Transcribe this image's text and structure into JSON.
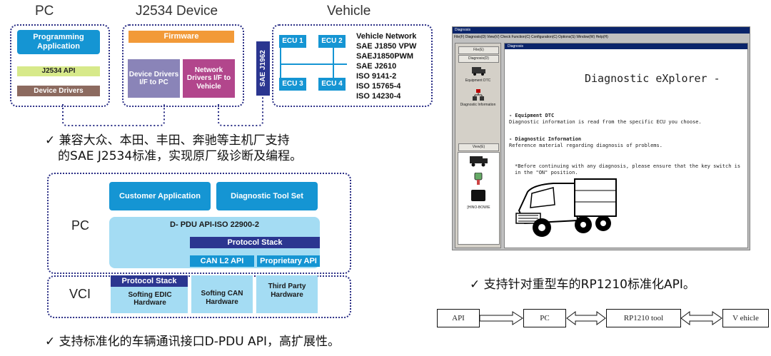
{
  "top_diagram": {
    "headers": {
      "pc": "PC",
      "device": "J2534 Device",
      "vehicle": "Vehicle"
    },
    "pc": {
      "programming": "Programming Application",
      "api": "J2534 API",
      "drivers": "Device Drivers"
    },
    "device": {
      "firmware": "Firmware",
      "device_drivers": "Device Drivers I/F to PC",
      "network_drivers": "Network Drivers I/F to Vehicle"
    },
    "sae_bar": "SAE J1962",
    "ecus": [
      "ECU 1",
      "ECU 2",
      "ECU 3",
      "ECU 4"
    ],
    "networks": [
      "Vehicle Network",
      "SAE J1850 VPW",
      "SAEJ1850PWM",
      "SAE J2610",
      "ISO 9141-2",
      "ISO 15765-4",
      "ISO 14230-4"
    ]
  },
  "checks": {
    "j2534": "✓ 兼容大众、本田、丰田、奔驰等主机厂支持",
    "j2534_line2": "的SAE J2534标准，实现原厂级诊断及编程。",
    "dpdu": "✓ 支持标准化的车辆通讯接口D-PDU API，高扩展性。",
    "rp1210": "✓ 支持针对重型车的RP1210标准化API。"
  },
  "pdu_diagram": {
    "pc_label": "PC",
    "vci_label": "VCI",
    "customer_app": "Customer Application",
    "diag_toolset": "Diagnostic Tool Set",
    "dpdu_api": "D- PDU API-ISO 22900-2",
    "protocol_stack_pc": "Protocol Stack",
    "can_l2": "CAN L2 API",
    "proprietary": "Proprietary API",
    "protocol_stack_vci": "Protocol Stack",
    "softing_edic": "Softing EDIC Hardware",
    "softing_can": "Softing CAN Hardware",
    "third_party": "Third Party Hardware"
  },
  "diag_window": {
    "title": "Diagnosis",
    "menu": "File(F)   Diagnosis(D)   View(V)   Check Function(C)   Configuration(C)   Options(S)   Window(W)   Help(H)",
    "side_file": "File(E)",
    "side_diagnosis": "Diagnosis(D)",
    "equipment_dtc": "Equipment DTC",
    "diagnostic_information": "Diagnostic Information",
    "side_view": "View(E)",
    "hino_bowie": "[HINO-BOWIE",
    "doc_title": "Diagnosis",
    "heading": "Diagnostic eXplorer -",
    "item1_title": "- Equipment DTC",
    "item1_text": "Diagnostic information is read from the specific ECU you choose.",
    "item2_title": "- Diagnostic Information",
    "item2_text": "Reference material regarding diagnosis of problems.",
    "note": "*Before continuing with any diagnosis, please ensure that the key switch is in the \"ON\" position."
  },
  "flow": {
    "api": "API",
    "pc": "PC",
    "rp1210": "RP1210 tool",
    "vehicle": "V ehicle"
  }
}
